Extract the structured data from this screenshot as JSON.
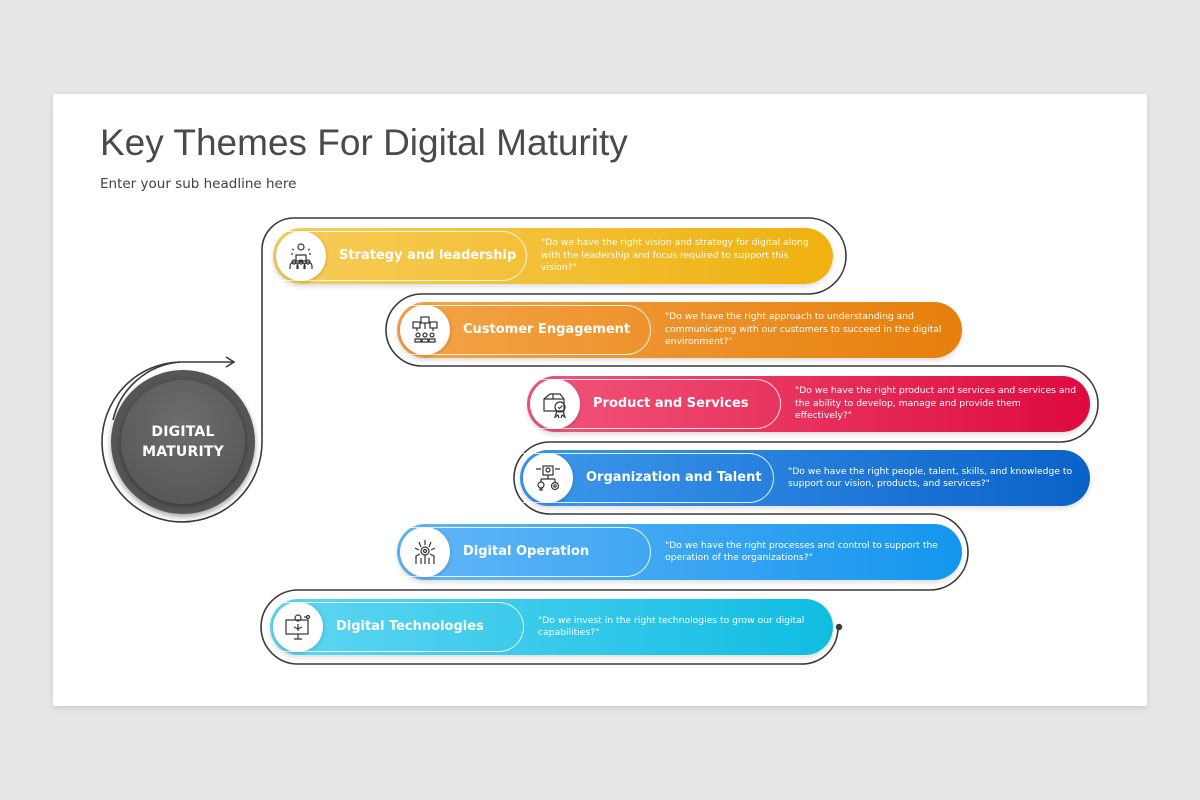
{
  "slide": {
    "title": "Key Themes For Digital Maturity",
    "subtitle": "Enter your sub headline here"
  },
  "core": {
    "line1": "DIGITAL",
    "line2": "MATURITY",
    "color": "#555555"
  },
  "themes": [
    {
      "label": "Strategy and leadership",
      "description": "\"Do we have the right vision and strategy for digital along with the leadership and focus required to support this vision?\"",
      "icon": "leadership-icon",
      "color_start": "#f7cd5a",
      "color_end": "#efb10f"
    },
    {
      "label": "Customer Engagement",
      "description": "\"Do we have the right approach to understanding and communicating with our customers to succeed in the digital environment?\"",
      "icon": "customer-feedback-icon",
      "color_start": "#f3a448",
      "color_end": "#e77f0c"
    },
    {
      "label": "Product and Services",
      "description": "\"Do we have the right product and services and services and the ability to develop, manage and provide them effectively?\"",
      "icon": "product-award-icon",
      "color_start": "#f1567a",
      "color_end": "#dd0a3e"
    },
    {
      "label": "Organization and Talent",
      "description": "\"Do we have the right people, talent, skills, and knowledge to support our vision, products, and services?\"",
      "icon": "talent-org-icon",
      "color_start": "#3d98ec",
      "color_end": "#0a62c8"
    },
    {
      "label": "Digital Operation",
      "description": "\"Do we have the right processes and control to support the operation of the organizations?\"",
      "icon": "digital-operation-icon",
      "color_start": "#63b6f7",
      "color_end": "#1496ee"
    },
    {
      "label": "Digital Technologies",
      "description": "\"Do we invest in the right technologies to grow our digital capabilities?\"",
      "icon": "digital-technology-icon",
      "color_start": "#5fd6f2",
      "color_end": "#10bde2"
    }
  ]
}
